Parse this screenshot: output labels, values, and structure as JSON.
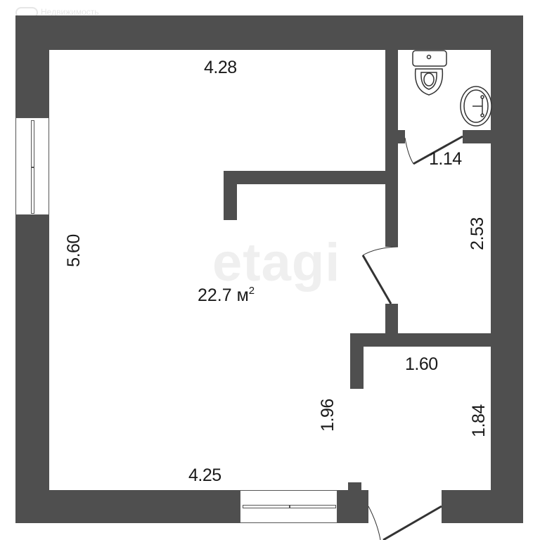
{
  "watermarks": {
    "top_left": "Недвижимость",
    "center": "etagi"
  },
  "floorplan": {
    "total_area_label": "22.7 м",
    "area_unit_superscript": "2",
    "dimensions": {
      "main_top": "4.28",
      "main_left": "5.60",
      "main_bottom": "4.25",
      "bathroom_door": "1.14",
      "hallway_right": "2.53",
      "entry_top": "1.60",
      "entry_left": "1.96",
      "entry_right": "1.84"
    },
    "fixtures": [
      "toilet-icon",
      "sink-icon"
    ],
    "colors": {
      "wall": "#4f4f4f",
      "background": "#ffffff",
      "text": "#1a1a1a"
    }
  }
}
